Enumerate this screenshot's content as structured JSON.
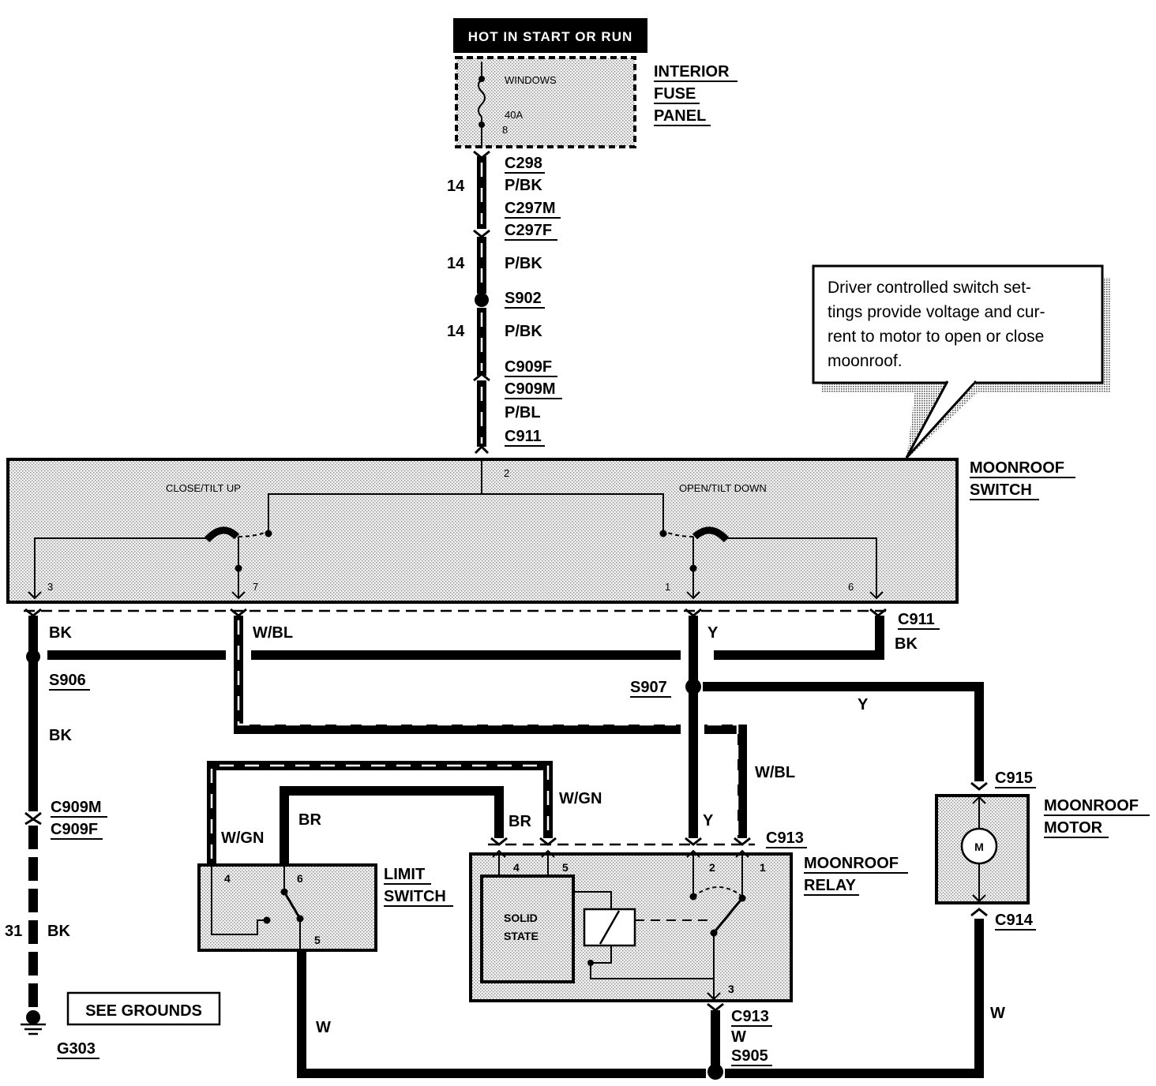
{
  "header": {
    "power_source": "HOT IN START OR RUN"
  },
  "fuse_panel": {
    "name_lines": [
      "INTERIOR",
      "FUSE",
      "PANEL"
    ],
    "fuse_name": "WINDOWS",
    "fuse_rating": "40A",
    "fuse_number": "8"
  },
  "feed": {
    "gauge": "14",
    "connector_1": "C298",
    "wire_1": "P/BK",
    "connector_2m": "C297M",
    "connector_2f": "C297F",
    "wire_2": "P/BK",
    "splice": "S902",
    "wire_3": "P/BK",
    "connector_3f": "C909F",
    "connector_3m": "C909M",
    "wire_4": "P/BL",
    "connector_4": "C911"
  },
  "callout": {
    "lines": [
      "Driver controlled switch set-",
      "tings provide voltage and cur-",
      "rent to motor to open or close",
      "moonroof."
    ]
  },
  "moonroof_switch": {
    "name_lines": [
      "MOONROOF",
      "SWITCH"
    ],
    "close_label": "CLOSE/TILT UP",
    "open_label": "OPEN/TILT DOWN",
    "pins": {
      "p2": "2",
      "p3": "3",
      "p7": "7",
      "p1": "1",
      "p6": "6"
    }
  },
  "lower": {
    "c911": "C911",
    "bk": "BK",
    "wbl": "W/BL",
    "y": "Y",
    "s906": "S906",
    "s907": "S907",
    "c909m": "C909M",
    "c909f": "C909F",
    "gauge_31": "31",
    "see_grounds": "SEE GROUNDS",
    "g303": "G303",
    "wgn": "W/GN",
    "br": "BR",
    "w": "W",
    "c913": "C913",
    "s905": "S905",
    "c915": "C915",
    "c914": "C914"
  },
  "limit_switch": {
    "name_lines": [
      "LIMIT",
      "SWITCH"
    ],
    "pins": {
      "p4": "4",
      "p6": "6",
      "p5": "5"
    }
  },
  "moonroof_relay": {
    "name_lines": [
      "MOONROOF",
      "RELAY"
    ],
    "solid_state_lines": [
      "SOLID",
      "STATE"
    ],
    "pins": {
      "p4": "4",
      "p5": "5",
      "p2": "2",
      "p1": "1",
      "p3": "3"
    }
  },
  "moonroof_motor": {
    "name_lines": [
      "MOONROOF",
      "MOTOR"
    ],
    "symbol": "M"
  }
}
